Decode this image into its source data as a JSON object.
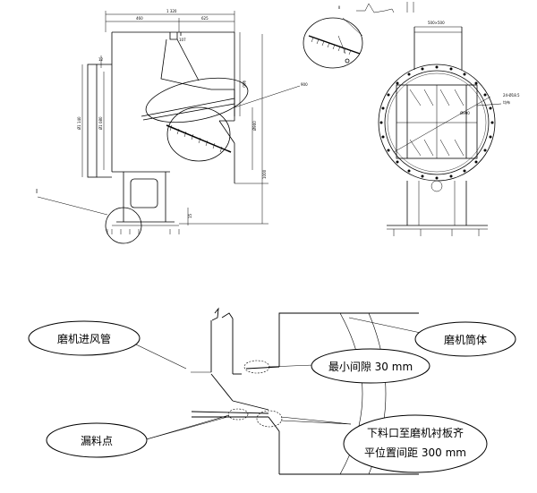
{
  "drawing": {
    "dims": {
      "top_total": "1 320",
      "top_left": "460",
      "top_mid": "625",
      "offset": "107",
      "vert_1": "900",
      "dia": "Ø900",
      "height_right": "1000",
      "height_bottom": "15",
      "left_1": "Ø1 140",
      "left_2": "Ø1 080",
      "small_12": "12",
      "inlet_label": "900",
      "flange": "500×500",
      "bolts": "24-Ø18.5",
      "bolts_sub": "均布",
      "inner_dia": "Ø900",
      "detail_label": "I",
      "top_label": "II"
    }
  },
  "callouts": {
    "inlet_pipe": "磨机进风管",
    "mill_cylinder": "磨机筒体",
    "min_gap": "最小间隙 30 mm",
    "leak_point": "漏料点",
    "distance_line1": "下料口至磨机衬板齐",
    "distance_line2": "平位置间距 300 mm"
  }
}
